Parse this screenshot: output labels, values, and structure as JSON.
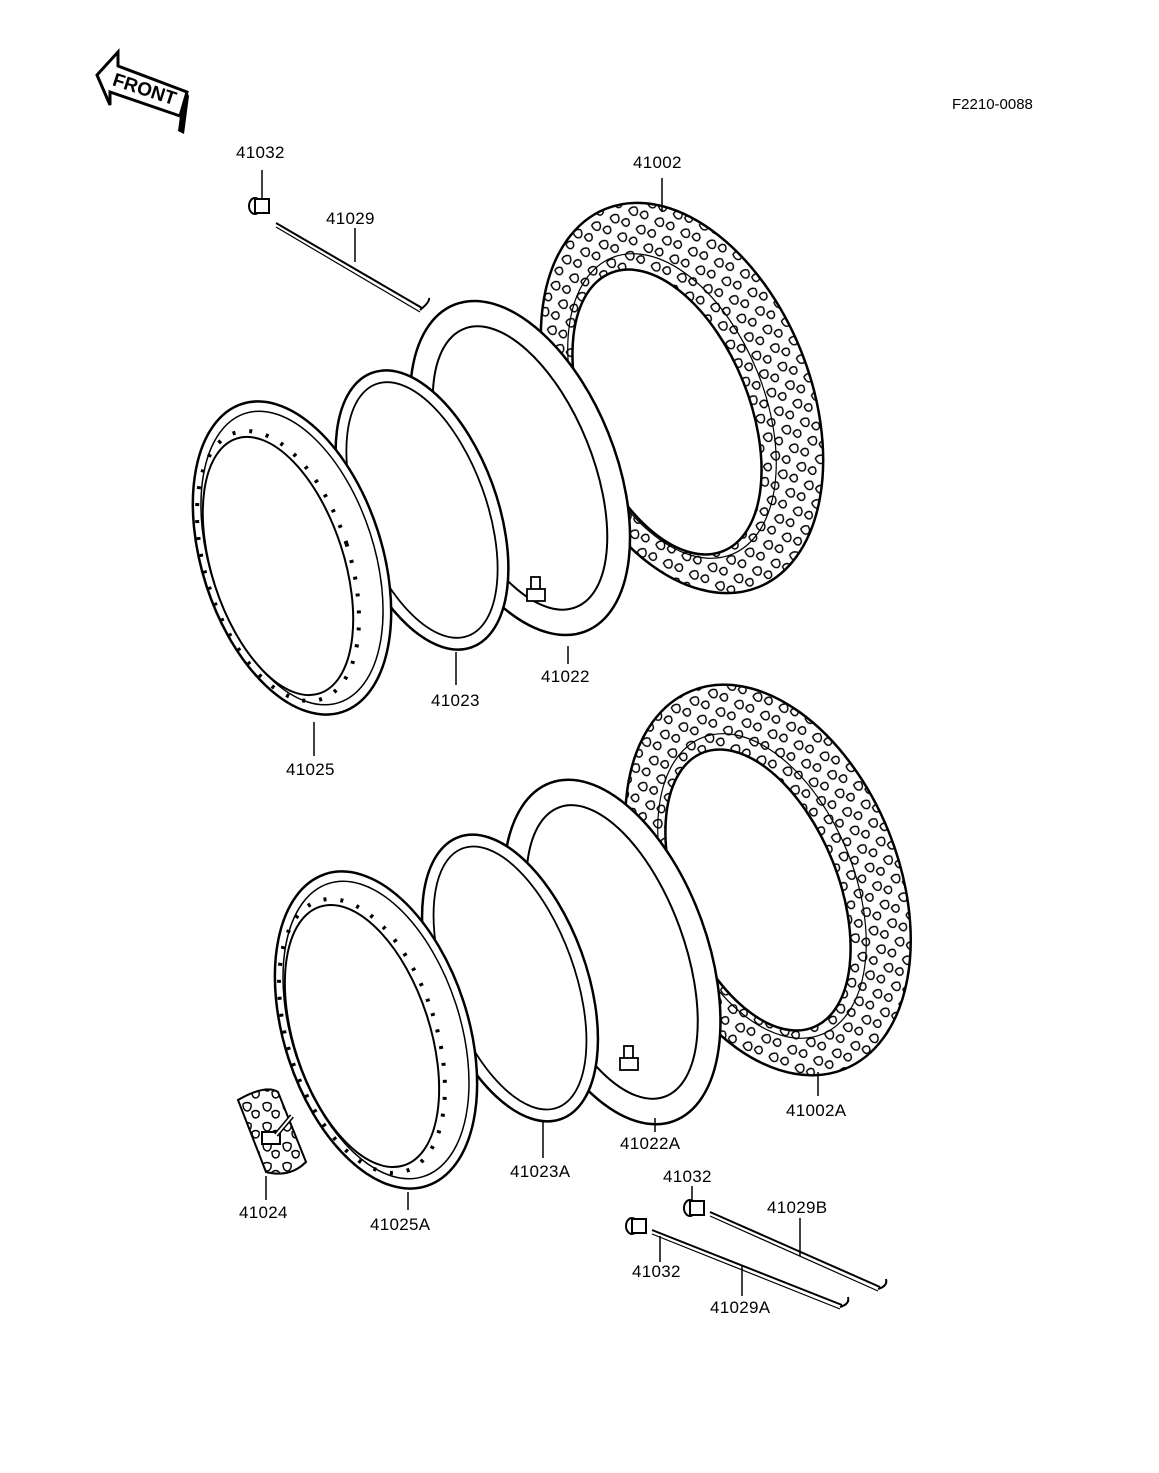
{
  "diagram_code": "F2210-0088",
  "front_label": "FRONT",
  "parts": {
    "p41032_top": "41032",
    "p41029": "41029",
    "p41002": "41002",
    "p41023": "41023",
    "p41022": "41022",
    "p41025": "41025",
    "p41002A": "41002A",
    "p41022A": "41022A",
    "p41023A": "41023A",
    "p41024": "41024",
    "p41025A": "41025A",
    "p41032_mid": "41032",
    "p41029B": "41029B",
    "p41032_low": "41032",
    "p41029A": "41029A"
  }
}
